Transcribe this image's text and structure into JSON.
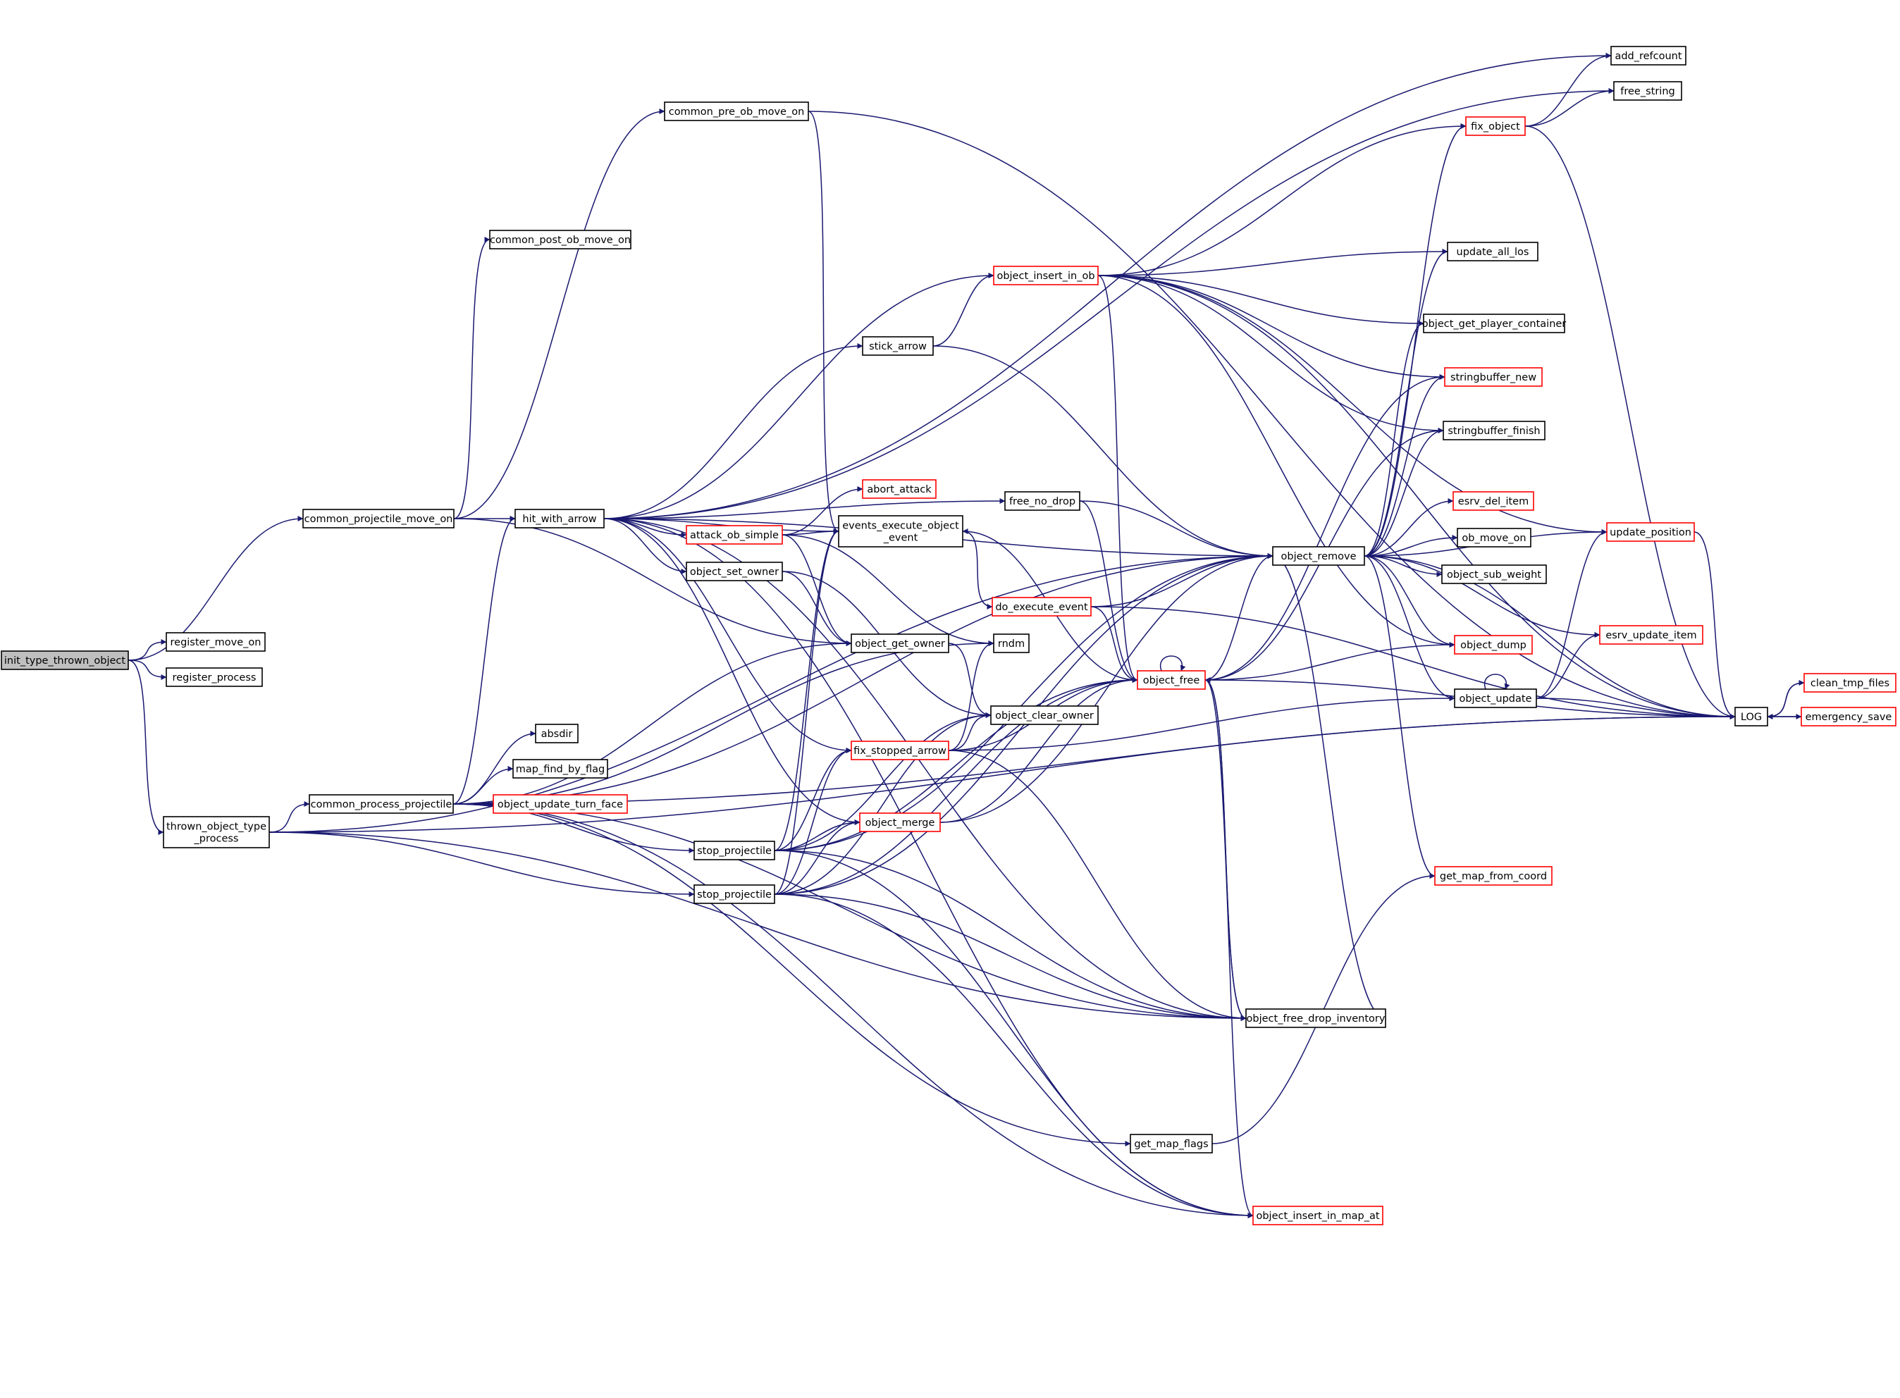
{
  "colors": {
    "edge": "#191970",
    "node_border": "#000000",
    "truncated_node_border": "#ff0000",
    "root_fill": "#bfbfbf",
    "node_fill": "#ffffff"
  },
  "nodes": [
    {
      "id": "init_type_thrown_object",
      "lines": [
        "init_type_thrown_object"
      ],
      "root": true
    },
    {
      "id": "register_move_on",
      "lines": [
        "register_move_on"
      ]
    },
    {
      "id": "register_process",
      "lines": [
        "register_process"
      ]
    },
    {
      "id": "thrown_object_type_process",
      "lines": [
        "thrown_object_type",
        "_process"
      ]
    },
    {
      "id": "common_projectile_move_on",
      "lines": [
        "common_projectile_move_on"
      ]
    },
    {
      "id": "common_pre_ob_move_on",
      "lines": [
        "common_pre_ob_move_on"
      ]
    },
    {
      "id": "common_post_ob_move_on",
      "lines": [
        "common_post_ob_move_on"
      ]
    },
    {
      "id": "hit_with_arrow",
      "lines": [
        "hit_with_arrow"
      ]
    },
    {
      "id": "common_process_projectile",
      "lines": [
        "common_process_projectile"
      ]
    },
    {
      "id": "absdir",
      "lines": [
        "absdir"
      ]
    },
    {
      "id": "map_find_by_flag",
      "lines": [
        "map_find_by_flag"
      ]
    },
    {
      "id": "object_update_turn_face",
      "lines": [
        "object_update_turn_face"
      ],
      "truncated": true
    },
    {
      "id": "stop_projectile_1",
      "lines": [
        "stop_projectile"
      ]
    },
    {
      "id": "stop_projectile_2",
      "lines": [
        "stop_projectile"
      ]
    },
    {
      "id": "stick_arrow",
      "lines": [
        "stick_arrow"
      ]
    },
    {
      "id": "abort_attack",
      "lines": [
        "abort_attack"
      ],
      "truncated": true
    },
    {
      "id": "attack_ob_simple",
      "lines": [
        "attack_ob_simple"
      ],
      "truncated": true
    },
    {
      "id": "object_set_owner",
      "lines": [
        "object_set_owner"
      ]
    },
    {
      "id": "events_execute_object_event",
      "lines": [
        "events_execute_object",
        "_event"
      ]
    },
    {
      "id": "object_get_owner",
      "lines": [
        "object_get_owner"
      ]
    },
    {
      "id": "fix_stopped_arrow",
      "lines": [
        "fix_stopped_arrow"
      ],
      "truncated": true
    },
    {
      "id": "object_merge",
      "lines": [
        "object_merge"
      ],
      "truncated": true
    },
    {
      "id": "free_no_drop",
      "lines": [
        "free_no_drop"
      ]
    },
    {
      "id": "do_execute_event",
      "lines": [
        "do_execute_event"
      ],
      "truncated": true
    },
    {
      "id": "rndm",
      "lines": [
        "rndm"
      ]
    },
    {
      "id": "object_clear_owner",
      "lines": [
        "object_clear_owner"
      ]
    },
    {
      "id": "get_map_flags",
      "lines": [
        "get_map_flags"
      ]
    },
    {
      "id": "object_insert_in_ob",
      "lines": [
        "object_insert_in_ob"
      ],
      "truncated": true
    },
    {
      "id": "object_free",
      "lines": [
        "object_free"
      ],
      "truncated": true
    },
    {
      "id": "object_free_drop_inventory",
      "lines": [
        "object_free_drop_inventory"
      ]
    },
    {
      "id": "object_insert_in_map_at",
      "lines": [
        "object_insert_in_map_at"
      ],
      "truncated": true
    },
    {
      "id": "object_remove",
      "lines": [
        "object_remove"
      ]
    },
    {
      "id": "fix_object",
      "lines": [
        "fix_object"
      ],
      "truncated": true
    },
    {
      "id": "add_refcount",
      "lines": [
        "add_refcount"
      ]
    },
    {
      "id": "free_string",
      "lines": [
        "free_string"
      ]
    },
    {
      "id": "update_all_los",
      "lines": [
        "update_all_los"
      ]
    },
    {
      "id": "object_get_player_container",
      "lines": [
        "object_get_player_container"
      ]
    },
    {
      "id": "stringbuffer_new",
      "lines": [
        "stringbuffer_new"
      ],
      "truncated": true
    },
    {
      "id": "stringbuffer_finish",
      "lines": [
        "stringbuffer_finish"
      ]
    },
    {
      "id": "esrv_del_item",
      "lines": [
        "esrv_del_item"
      ],
      "truncated": true
    },
    {
      "id": "ob_move_on",
      "lines": [
        "ob_move_on"
      ]
    },
    {
      "id": "object_sub_weight",
      "lines": [
        "object_sub_weight"
      ]
    },
    {
      "id": "object_dump",
      "lines": [
        "object_dump"
      ],
      "truncated": true
    },
    {
      "id": "object_update",
      "lines": [
        "object_update"
      ]
    },
    {
      "id": "get_map_from_coord",
      "lines": [
        "get_map_from_coord"
      ],
      "truncated": true
    },
    {
      "id": "update_position",
      "lines": [
        "update_position"
      ],
      "truncated": true
    },
    {
      "id": "esrv_update_item",
      "lines": [
        "esrv_update_item"
      ],
      "truncated": true
    },
    {
      "id": "LOG",
      "lines": [
        "LOG"
      ]
    },
    {
      "id": "clean_tmp_files",
      "lines": [
        "clean_tmp_files"
      ],
      "truncated": true
    },
    {
      "id": "emergency_save",
      "lines": [
        "emergency_save"
      ],
      "truncated": true
    }
  ],
  "edges": [
    [
      "init_type_thrown_object",
      "common_projectile_move_on"
    ],
    [
      "init_type_thrown_object",
      "register_move_on"
    ],
    [
      "init_type_thrown_object",
      "register_process"
    ],
    [
      "init_type_thrown_object",
      "thrown_object_type_process"
    ],
    [
      "common_projectile_move_on",
      "common_pre_ob_move_on"
    ],
    [
      "common_projectile_move_on",
      "common_post_ob_move_on"
    ],
    [
      "common_projectile_move_on",
      "hit_with_arrow"
    ],
    [
      "common_projectile_move_on",
      "object_get_owner"
    ],
    [
      "common_pre_ob_move_on",
      "LOG"
    ],
    [
      "common_pre_ob_move_on",
      "events_execute_object_event"
    ],
    [
      "thrown_object_type_process",
      "common_process_projectile"
    ],
    [
      "thrown_object_type_process",
      "stop_projectile_2"
    ],
    [
      "thrown_object_type_process",
      "object_remove"
    ],
    [
      "thrown_object_type_process",
      "object_free_drop_inventory"
    ],
    [
      "thrown_object_type_process",
      "LOG"
    ],
    [
      "common_process_projectile",
      "hit_with_arrow"
    ],
    [
      "common_process_projectile",
      "absdir"
    ],
    [
      "common_process_projectile",
      "map_find_by_flag"
    ],
    [
      "common_process_projectile",
      "object_update_turn_face"
    ],
    [
      "common_process_projectile",
      "stop_projectile_1"
    ],
    [
      "common_process_projectile",
      "object_get_owner"
    ],
    [
      "common_process_projectile",
      "rndm"
    ],
    [
      "common_process_projectile",
      "get_map_flags"
    ],
    [
      "common_process_projectile",
      "object_free_drop_inventory"
    ],
    [
      "common_process_projectile",
      "object_insert_in_map_at"
    ],
    [
      "common_process_projectile",
      "object_remove"
    ],
    [
      "common_process_projectile",
      "LOG"
    ],
    [
      "hit_with_arrow",
      "add_refcount"
    ],
    [
      "hit_with_arrow",
      "free_string"
    ],
    [
      "hit_with_arrow",
      "object_insert_in_ob"
    ],
    [
      "hit_with_arrow",
      "stick_arrow"
    ],
    [
      "hit_with_arrow",
      "attack_ob_simple"
    ],
    [
      "hit_with_arrow",
      "events_execute_object_event"
    ],
    [
      "hit_with_arrow",
      "object_set_owner"
    ],
    [
      "hit_with_arrow",
      "free_no_drop"
    ],
    [
      "hit_with_arrow",
      "object_remove"
    ],
    [
      "hit_with_arrow",
      "fix_stopped_arrow"
    ],
    [
      "hit_with_arrow",
      "object_merge"
    ],
    [
      "hit_with_arrow",
      "object_free_drop_inventory"
    ],
    [
      "hit_with_arrow",
      "object_insert_in_map_at"
    ],
    [
      "stick_arrow",
      "object_insert_in_ob"
    ],
    [
      "stick_arrow",
      "object_remove"
    ],
    [
      "attack_ob_simple",
      "abort_attack"
    ],
    [
      "attack_ob_simple",
      "events_execute_object_event"
    ],
    [
      "attack_ob_simple",
      "object_get_owner"
    ],
    [
      "attack_ob_simple",
      "rndm"
    ],
    [
      "object_set_owner",
      "object_get_owner"
    ],
    [
      "object_set_owner",
      "object_clear_owner"
    ],
    [
      "object_get_owner",
      "object_clear_owner"
    ],
    [
      "events_execute_object_event",
      "do_execute_event"
    ],
    [
      "do_execute_event",
      "object_remove"
    ],
    [
      "do_execute_event",
      "object_free"
    ],
    [
      "do_execute_event",
      "LOG"
    ],
    [
      "free_no_drop",
      "object_remove"
    ],
    [
      "free_no_drop",
      "object_free"
    ],
    [
      "fix_stopped_arrow",
      "object_free"
    ],
    [
      "fix_stopped_arrow",
      "rndm"
    ],
    [
      "fix_stopped_arrow",
      "object_clear_owner"
    ],
    [
      "fix_stopped_arrow",
      "object_update"
    ],
    [
      "fix_stopped_arrow",
      "object_free_drop_inventory"
    ],
    [
      "object_merge",
      "object_free"
    ],
    [
      "object_merge",
      "object_remove"
    ],
    [
      "stop_projectile_1",
      "events_execute_object_event"
    ],
    [
      "stop_projectile_1",
      "fix_stopped_arrow"
    ],
    [
      "stop_projectile_1",
      "object_merge"
    ],
    [
      "stop_projectile_1",
      "object_clear_owner"
    ],
    [
      "stop_projectile_1",
      "object_free"
    ],
    [
      "stop_projectile_1",
      "object_remove"
    ],
    [
      "stop_projectile_1",
      "object_free_drop_inventory"
    ],
    [
      "stop_projectile_1",
      "object_insert_in_map_at"
    ],
    [
      "stop_projectile_2",
      "events_execute_object_event"
    ],
    [
      "stop_projectile_2",
      "fix_stopped_arrow"
    ],
    [
      "stop_projectile_2",
      "object_merge"
    ],
    [
      "stop_projectile_2",
      "object_clear_owner"
    ],
    [
      "stop_projectile_2",
      "object_free"
    ],
    [
      "stop_projectile_2",
      "object_remove"
    ],
    [
      "stop_projectile_2",
      "object_free_drop_inventory"
    ],
    [
      "stop_projectile_2",
      "object_insert_in_map_at"
    ],
    [
      "object_insert_in_ob",
      "fix_object"
    ],
    [
      "object_insert_in_ob",
      "update_all_los"
    ],
    [
      "object_insert_in_ob",
      "object_get_player_container"
    ],
    [
      "object_insert_in_ob",
      "stringbuffer_new"
    ],
    [
      "object_insert_in_ob",
      "stringbuffer_finish"
    ],
    [
      "object_insert_in_ob",
      "object_dump"
    ],
    [
      "object_insert_in_ob",
      "update_position"
    ],
    [
      "object_insert_in_ob",
      "LOG"
    ],
    [
      "object_insert_in_ob",
      "object_free"
    ],
    [
      "object_free",
      "object_free"
    ],
    [
      "object_free",
      "object_remove"
    ],
    [
      "object_free",
      "events_execute_object_event"
    ],
    [
      "object_free",
      "stringbuffer_new"
    ],
    [
      "object_free",
      "stringbuffer_finish"
    ],
    [
      "object_free",
      "object_dump"
    ],
    [
      "object_free",
      "object_free_drop_inventory"
    ],
    [
      "object_free",
      "object_insert_in_map_at"
    ],
    [
      "object_free",
      "LOG"
    ],
    [
      "object_free_drop_inventory",
      "object_free"
    ],
    [
      "object_free_drop_inventory",
      "object_remove"
    ],
    [
      "get_map_flags",
      "get_map_from_coord"
    ],
    [
      "object_remove",
      "fix_object"
    ],
    [
      "object_remove",
      "update_all_los"
    ],
    [
      "object_remove",
      "object_get_player_container"
    ],
    [
      "object_remove",
      "stringbuffer_new"
    ],
    [
      "object_remove",
      "stringbuffer_finish"
    ],
    [
      "object_remove",
      "esrv_del_item"
    ],
    [
      "object_remove",
      "ob_move_on"
    ],
    [
      "object_remove",
      "object_sub_weight"
    ],
    [
      "object_remove",
      "object_dump"
    ],
    [
      "object_remove",
      "object_update"
    ],
    [
      "object_remove",
      "get_map_from_coord"
    ],
    [
      "object_remove",
      "update_position"
    ],
    [
      "object_remove",
      "esrv_update_item"
    ],
    [
      "object_remove",
      "LOG"
    ],
    [
      "fix_object",
      "add_refcount"
    ],
    [
      "fix_object",
      "free_string"
    ],
    [
      "fix_object",
      "LOG"
    ],
    [
      "object_update",
      "object_update"
    ],
    [
      "object_update",
      "update_position"
    ],
    [
      "object_update",
      "esrv_update_item"
    ],
    [
      "object_update",
      "LOG"
    ],
    [
      "update_position",
      "LOG"
    ],
    [
      "LOG",
      "clean_tmp_files"
    ],
    [
      "LOG",
      "emergency_save"
    ],
    [
      "clean_tmp_files",
      "LOG"
    ],
    [
      "emergency_save",
      "LOG"
    ]
  ]
}
